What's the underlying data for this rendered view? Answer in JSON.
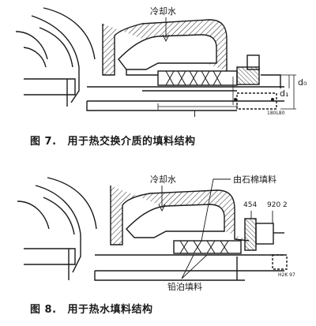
{
  "figure7": {
    "label_coolant": "冷却水",
    "dim_d0": "d₀",
    "dim_d1": "d₁",
    "dim_l": "l",
    "small_mark": "180L80",
    "caption_number": "图 7.",
    "caption_text": "用于热交换介质的填料结构"
  },
  "figure8": {
    "label_coolant": "冷却水",
    "label_asbestos": "由石棉填料",
    "label_454": "454",
    "label_920": "920 2",
    "label_lead_foil": "铅泊填料",
    "small_mark": "H2K 97",
    "caption_number": "图 8.",
    "caption_text": "用于热水填料结构"
  }
}
